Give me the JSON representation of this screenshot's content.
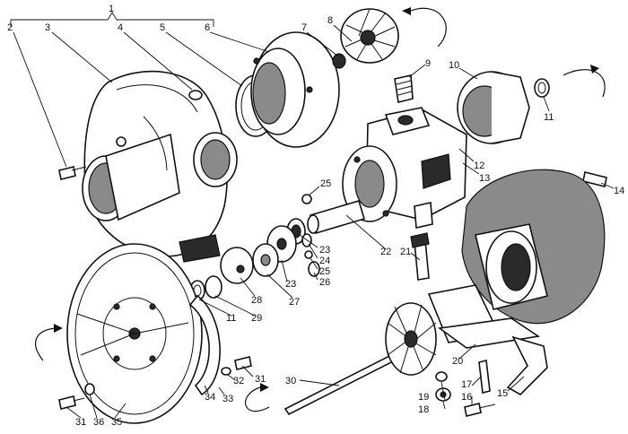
{
  "callouts": [
    {
      "id": "1",
      "label": "1"
    },
    {
      "id": "2",
      "label": "2"
    },
    {
      "id": "3",
      "label": "3"
    },
    {
      "id": "4",
      "label": "4"
    },
    {
      "id": "5",
      "label": "5"
    },
    {
      "id": "6",
      "label": "6"
    },
    {
      "id": "7",
      "label": "7"
    },
    {
      "id": "8",
      "label": "8"
    },
    {
      "id": "9",
      "label": "9"
    },
    {
      "id": "10",
      "label": "10"
    },
    {
      "id": "11a",
      "label": "11"
    },
    {
      "id": "12",
      "label": "12"
    },
    {
      "id": "13",
      "label": "13"
    },
    {
      "id": "14",
      "label": "14"
    },
    {
      "id": "25a",
      "label": "25"
    },
    {
      "id": "23a",
      "label": "23"
    },
    {
      "id": "24",
      "label": "24"
    },
    {
      "id": "25b",
      "label": "25"
    },
    {
      "id": "26",
      "label": "26"
    },
    {
      "id": "22",
      "label": "22"
    },
    {
      "id": "21",
      "label": "21"
    },
    {
      "id": "23b",
      "label": "23"
    },
    {
      "id": "27",
      "label": "27"
    },
    {
      "id": "28",
      "label": "28"
    },
    {
      "id": "29",
      "label": "29"
    },
    {
      "id": "11b",
      "label": "11"
    },
    {
      "id": "20",
      "label": "20"
    },
    {
      "id": "34",
      "label": "34"
    },
    {
      "id": "33",
      "label": "33"
    },
    {
      "id": "32",
      "label": "32"
    },
    {
      "id": "31a",
      "label": "31"
    },
    {
      "id": "30",
      "label": "30"
    },
    {
      "id": "19",
      "label": "19"
    },
    {
      "id": "18",
      "label": "18"
    },
    {
      "id": "17",
      "label": "17"
    },
    {
      "id": "16",
      "label": "16"
    },
    {
      "id": "15",
      "label": "15"
    },
    {
      "id": "31b",
      "label": "31"
    },
    {
      "id": "36",
      "label": "36"
    },
    {
      "id": "35",
      "label": "35"
    }
  ]
}
